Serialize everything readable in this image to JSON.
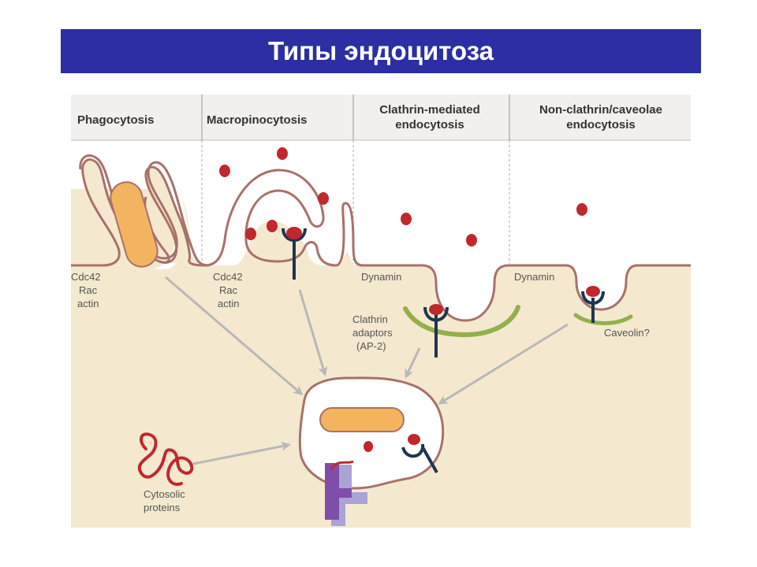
{
  "title": "Типы эндоцитоза",
  "columns": {
    "phagocytosis": "Phagocytosis",
    "macropinocytosis": "Macropinocytosis",
    "clathrin_line1": "Clathrin-mediated",
    "clathrin_line2": "endocytosis",
    "nonclathrin_line1": "Non-clathrin/caveolae",
    "nonclathrin_line2": "endocytosis"
  },
  "labels": {
    "phago_1": "Cdc42",
    "phago_2": "Rac",
    "phago_3": "actin",
    "macro_1": "Cdc42",
    "macro_2": "Rac",
    "macro_3": "actin",
    "dynamin_clathrin": "Dynamin",
    "dynamin_caveolae": "Dynamin",
    "clathrin_1": "Clathrin",
    "clathrin_2": "adaptors",
    "clathrin_3": "(AP-2)",
    "caveolin": "Caveolin?",
    "cytosolic_1": "Cytosolic",
    "cytosolic_2": "proteins"
  },
  "colors": {
    "title_bar": "#2b2fa3",
    "cytoplasm": "#f4e9cf",
    "membrane": "#a8716a",
    "particle": "#c0282d",
    "receptor": "#1f3550",
    "clathrin_coat": "#93b04a",
    "bacterium": "#f4b35f",
    "arrow": "#b8b8b8",
    "proteasome_dark": "#7f4ea8",
    "proteasome_light": "#a9a3d6"
  }
}
